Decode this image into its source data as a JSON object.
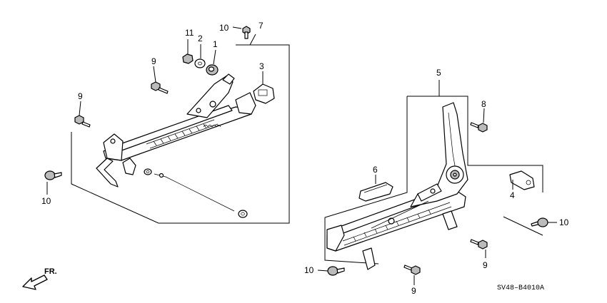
{
  "diagram": {
    "callouts": {
      "p1": "1",
      "p2": "2",
      "p3": "3",
      "p4": "4",
      "p5": "5",
      "p6": "6",
      "p7": "7",
      "p8": "8",
      "p9": "9",
      "p10": "10",
      "p11": "11"
    },
    "direction_label": "FR.",
    "reference_code": "SV48–B4010A"
  }
}
